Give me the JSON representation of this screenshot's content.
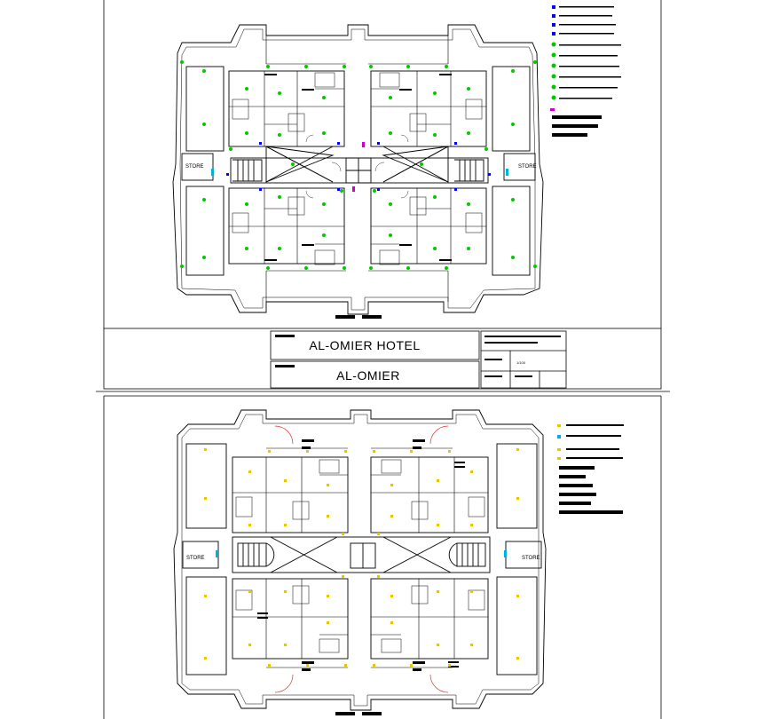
{
  "title_block": {
    "project": "AL-OMIER HOTEL",
    "client": "AL-OMIER",
    "scale_value": "1/100"
  },
  "upper_plan": {
    "store_left": "STORE",
    "store_right": "STORE"
  },
  "lower_plan": {
    "store_left": "STORE",
    "store_right": "STORE"
  },
  "colors": {
    "linework": "#000000",
    "fixtures": "#00c800",
    "switches": "#0000ff",
    "outlets": "#c800c8",
    "lower_fixtures": "#e6c800",
    "arcs": "#e03030",
    "special": "#00b0e0"
  },
  "icons": [
    "light-fixture-icon",
    "switch-icon",
    "socket-icon",
    "stair-icon",
    "elevator-icon"
  ]
}
